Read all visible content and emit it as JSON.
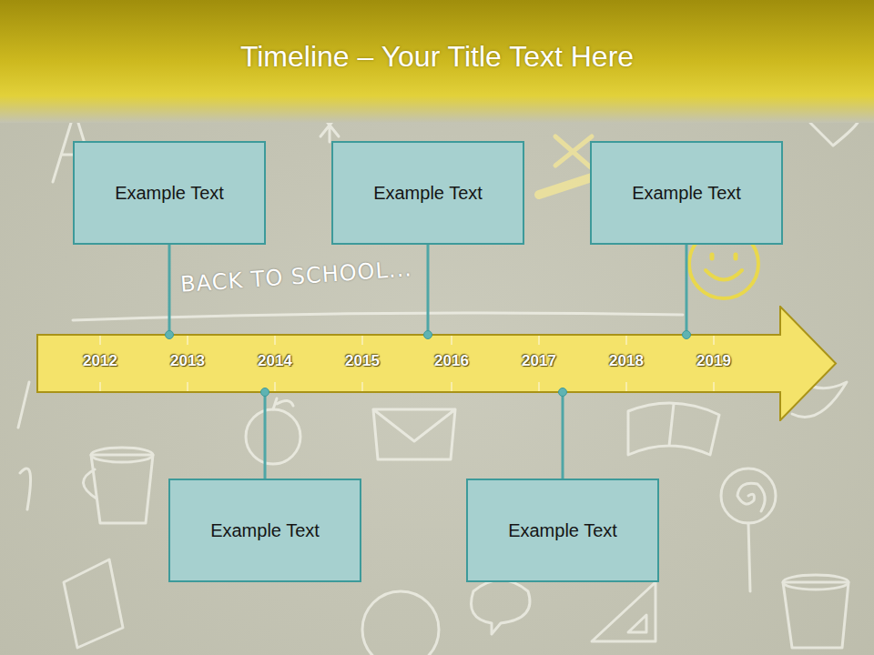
{
  "diagram": {
    "title": "Timeline – Your Title Text Here",
    "nodes": [
      {
        "text": [
          "Example Text"
        ]
      },
      {
        "text": [
          "Example Text"
        ]
      },
      {
        "text": [
          "Example Text"
        ]
      },
      {
        "text": [
          "2012",
          "2013",
          "2014",
          "2015",
          "2016",
          "2017",
          "2018",
          "2019"
        ]
      },
      {
        "text": [
          "Example Text"
        ]
      },
      {
        "text": [
          "Example Text"
        ]
      }
    ],
    "edges": [
      {
        "from": 0,
        "to": 3,
        "arrow": "none"
      },
      {
        "from": 1,
        "to": 3,
        "arrow": "none"
      },
      {
        "from": 2,
        "to": 3,
        "arrow": "none"
      },
      {
        "from": 4,
        "to": 3,
        "arrow": "none"
      },
      {
        "from": 5,
        "to": 3,
        "arrow": "none"
      }
    ],
    "labels": [
      "BACK TO SCHOOL..."
    ]
  }
}
